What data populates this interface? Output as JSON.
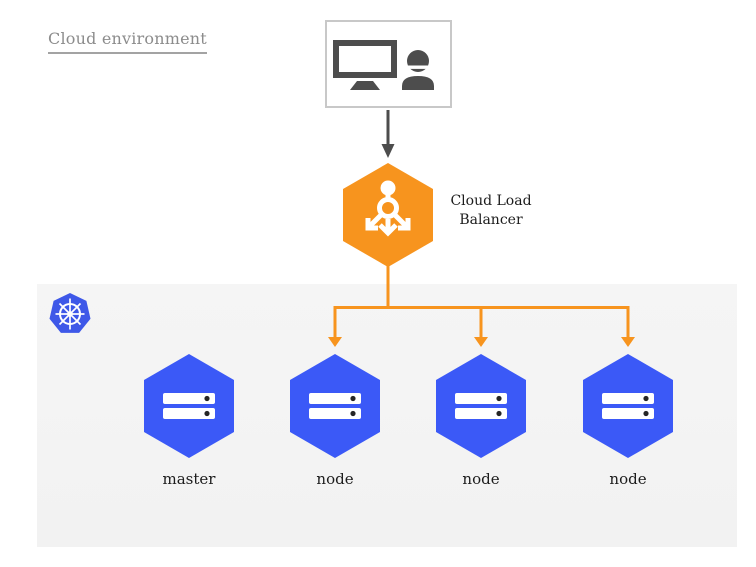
{
  "diagram": {
    "title": "Cloud environment",
    "client": {
      "icon": "workstation-user-icon"
    },
    "load_balancer": {
      "label_line1": "Cloud Load",
      "label_line2": "Balancer",
      "icon": "load-balancer-icon"
    },
    "cluster": {
      "icon": "kubernetes-logo-icon",
      "nodes": [
        {
          "label": "master",
          "icon": "server-hexagon-icon"
        },
        {
          "label": "node",
          "icon": "server-hexagon-icon"
        },
        {
          "label": "node",
          "icon": "server-hexagon-icon"
        },
        {
          "label": "node",
          "icon": "server-hexagon-icon"
        }
      ]
    }
  },
  "colors": {
    "orange": "#F7941E",
    "node_blue": "#3B59F7",
    "k8s_blue": "#3E58E8",
    "panel_gray": "#F4F4F4",
    "dark_gray": "#4D4D4D",
    "title_gray": "#8C8C8C",
    "label_dark": "#1C1C1C",
    "box_border": "#C8C8C8",
    "white": "#FFFFFF"
  }
}
